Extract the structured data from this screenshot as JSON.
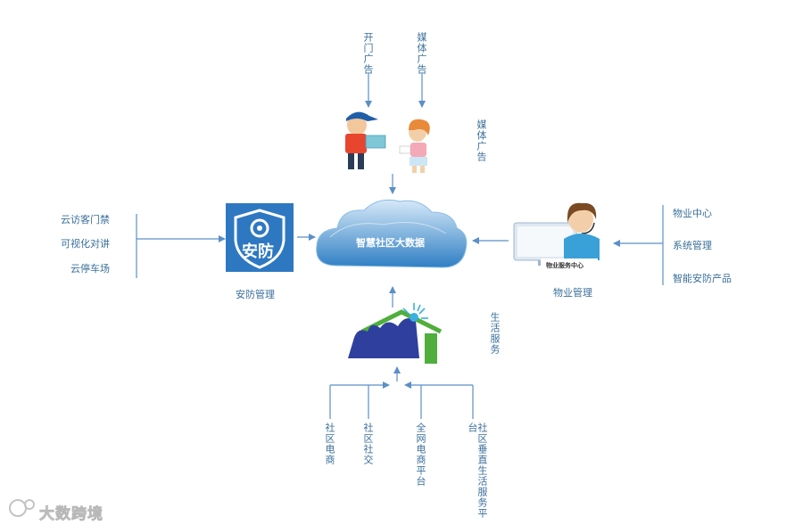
{
  "center": {
    "label": "智慧社区大数据",
    "colors": {
      "cloud_light": "#cfe4f7",
      "cloud_dark": "#2f7fc4"
    }
  },
  "top": {
    "inputs": [
      "开门广告",
      "媒体广告"
    ],
    "side_label": "媒体广告",
    "icon": "delivery-people-icon"
  },
  "left": {
    "inputs": [
      "云访客门禁",
      "可视化对讲",
      "云停车场"
    ],
    "title": "安防管理",
    "badge_text": "安防",
    "icon": "security-shield-icon",
    "colors": {
      "badge_bg": "#2e78c2"
    }
  },
  "right": {
    "inputs": [
      "物业中心",
      "系统管理",
      "智能安防产品"
    ],
    "title": "物业管理",
    "screen_caption": "物业服务中心",
    "icon": "customer-service-icon"
  },
  "bottom": {
    "side_label": "生活服务",
    "inputs": [
      "社区电商",
      "社区社交",
      "全网电商平台",
      "社区垂直生活服务平台"
    ],
    "icon": "community-home-icon"
  },
  "watermark": "大数跨境",
  "colors": {
    "text": "#3a6f9a",
    "arrow": "#5b8fc7"
  }
}
